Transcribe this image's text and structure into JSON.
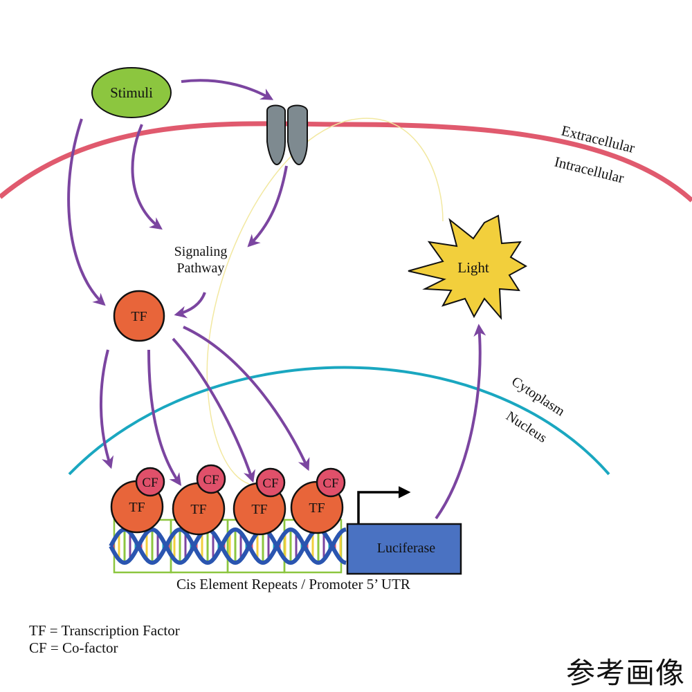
{
  "diagram": {
    "stimuli_label": "Stimuli",
    "extracellular_label": "Extracellular",
    "intracellular_label": "Intracellular",
    "signaling_line1": "Signaling",
    "signaling_line2": "Pathway",
    "tf_label": "TF",
    "cf_label": "CF",
    "light_label": "Light",
    "cytoplasm_label": "Cytoplasm",
    "nucleus_label": "Nucleus",
    "luciferase_label": "Luciferase",
    "caption": "Cis Element Repeats / Promoter 5’ UTR"
  },
  "legend": {
    "tf_definition": "TF = Transcription Factor",
    "cf_definition": "CF = Co-factor"
  },
  "watermark": "参考画像",
  "colors": {
    "arrow": "#7b45a0",
    "membrane": "#e05a6e",
    "nuclear_envelope": "#1aa7c0",
    "stimuli_fill": "#8cc63f",
    "tf_fill": "#e8653a",
    "cf_fill": "#e0506a",
    "light_fill": "#f2cf3c",
    "receptor_fill": "#7e8a90",
    "luciferase_fill": "#4a72c2",
    "dna_strand": "#2a55b0",
    "cis_box": "#8cc63f"
  }
}
